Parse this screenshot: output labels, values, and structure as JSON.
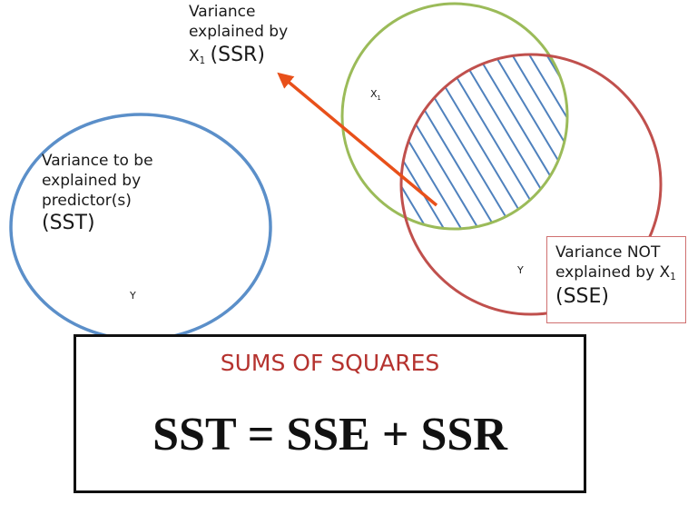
{
  "labels": {
    "ssr_line1": "Variance",
    "ssr_line2": "explained by",
    "ssr_x": "X",
    "ssr_sub": "1",
    "ssr_abbrev": "(SSR)",
    "x1_main": "X",
    "x1_sub": "1",
    "sst_line1": "Variance to be",
    "sst_line2": "explained by",
    "sst_line3": "predictor(s)",
    "sst_abbrev": "(SST)",
    "y_left": "Y",
    "y_right": "Y",
    "sse_line1": "Variance NOT",
    "sse_line2": "explained by X",
    "sse_sub": "1",
    "sse_abbrev": "(SSE)"
  },
  "summary": {
    "title": "SUMS OF SQUARES",
    "equation": "SST = SSE + SSR"
  },
  "colors": {
    "sst_circle": "#5b8fc9",
    "x1_circle": "#9bbb59",
    "y_circle": "#c0504d",
    "hatch": "#4f81bd",
    "arrow": "#e8501a",
    "title": "#b5322e"
  }
}
